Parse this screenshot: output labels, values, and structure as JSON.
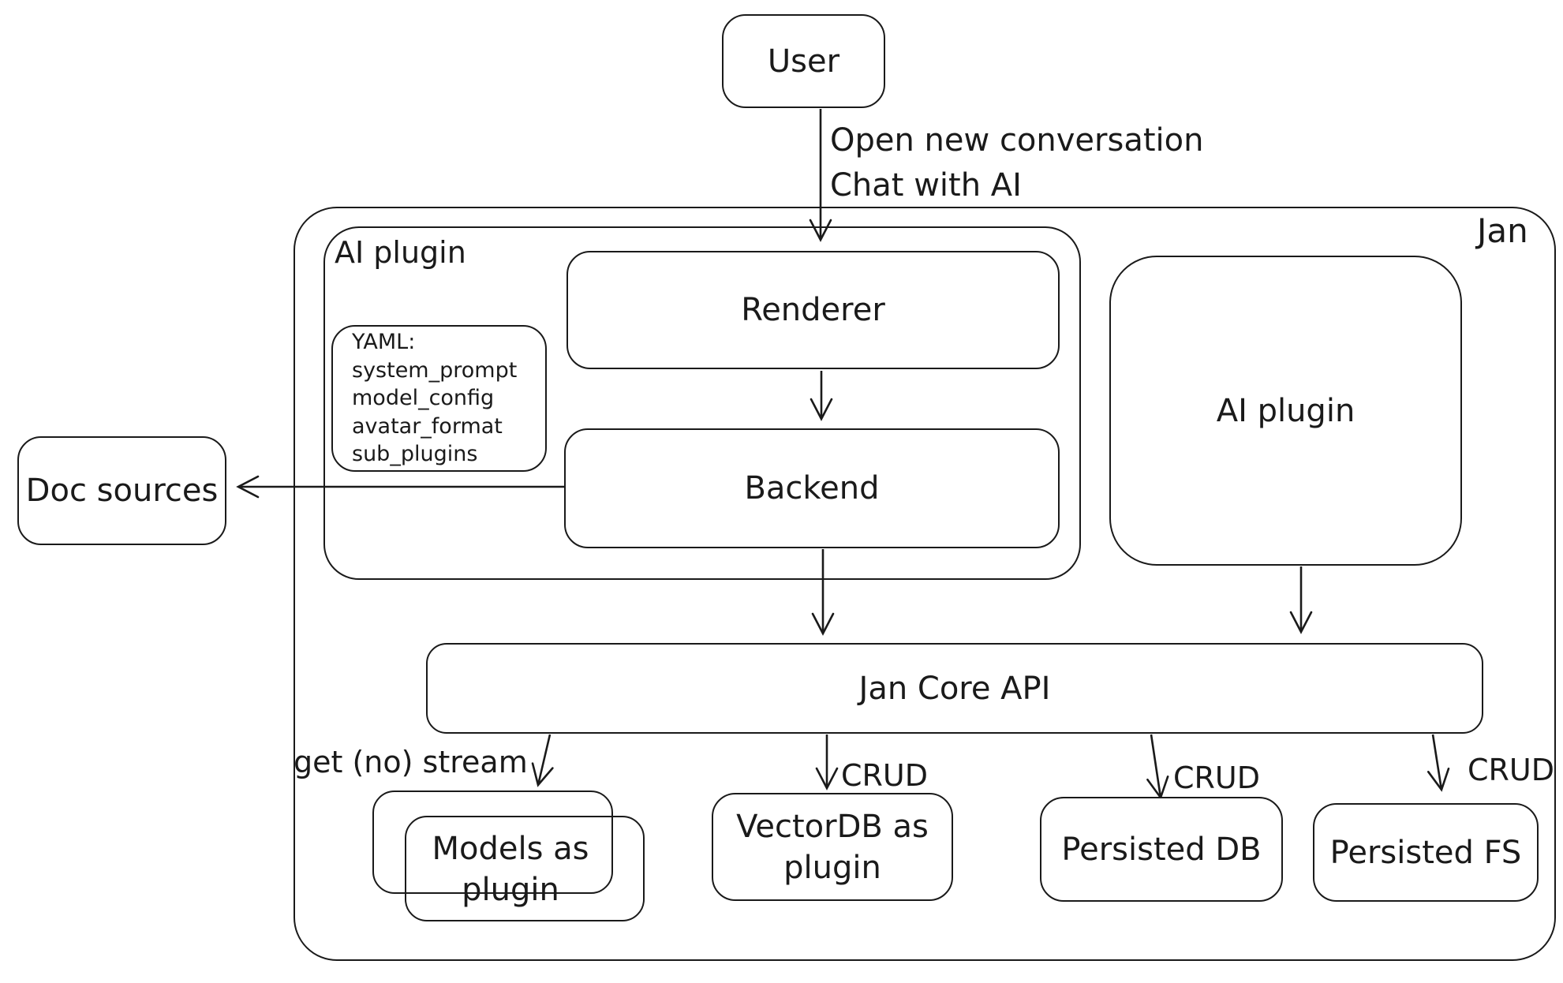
{
  "diagram": {
    "colors": {
      "stroke": "#1a1a1a",
      "background": "#ffffff"
    },
    "nodes": {
      "user": {
        "label": "User"
      },
      "jan_container": {
        "label": "Jan"
      },
      "ai_plugin_container": {
        "label": "AI plugin"
      },
      "renderer": {
        "label": "Renderer"
      },
      "backend": {
        "label": "Backend"
      },
      "yaml_note": {
        "text": "YAML:\nsystem_prompt\nmodel_config\navatar_format\nsub_plugins"
      },
      "ai_plugin_right": {
        "label": "AI plugin"
      },
      "doc_sources": {
        "label": "Doc sources"
      },
      "jan_core_api": {
        "label": "Jan Core API"
      },
      "models_as_plugin": {
        "label": "Models as\nplugin"
      },
      "vectordb_plugin": {
        "label": "VectorDB as\nplugin"
      },
      "persisted_db": {
        "label": "Persisted DB"
      },
      "persisted_fs": {
        "label": "Persisted FS"
      }
    },
    "edges": {
      "user_to_renderer": {
        "label": "Open new conversation\nChat with AI"
      },
      "core_to_models": {
        "label": "get (no) stream"
      },
      "core_to_vectordb": {
        "label": "CRUD"
      },
      "core_to_persisted_db": {
        "label": "CRUD"
      },
      "core_to_persisted_fs": {
        "label": "CRUD"
      }
    }
  }
}
